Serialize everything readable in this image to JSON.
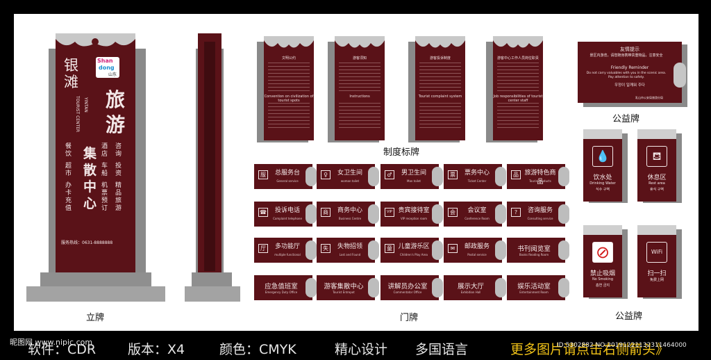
{
  "standing_sign": {
    "brand": "银滩",
    "brand_en": "TOURIST CENTER",
    "brand_en2": "YINTAN",
    "logo_top": "Shan",
    "logo_mid": "dong",
    "logo_side": "山东",
    "title1": "旅",
    "title2": "游",
    "title3": "集",
    "title4": "散",
    "title5": "中",
    "title6": "心",
    "col1": "餐饮",
    "col2": "酒店",
    "col3": "咨询",
    "col4": "超市",
    "col5": "车船",
    "col6": "投资",
    "col7": "办卡充值",
    "col8": "机票预订",
    "col9": "精品旅游",
    "hotline": "服务热线：0631-8888888",
    "caption": "立牌"
  },
  "rule_signs": {
    "caption": "制度标牌",
    "items": [
      {
        "title": "文明公约",
        "en": "Convention on civilization of tourist spots"
      },
      {
        "title": "游客须知",
        "en": "Instructions"
      },
      {
        "title": "游客投诉制度",
        "en": "Tourist complaint system"
      },
      {
        "title": "游客中心工作人员岗位职责",
        "en": "Job responsibilities of tourist center staff"
      }
    ]
  },
  "door_signs": {
    "caption": "门牌",
    "items": [
      {
        "zh": "总服务台",
        "en": "General service",
        "icon": "服"
      },
      {
        "zh": "女卫生间",
        "en": "woman toilet",
        "icon": "♀"
      },
      {
        "zh": "男卫生间",
        "en": "Man toilet",
        "icon": "♂"
      },
      {
        "zh": "票务中心",
        "en": "Ticket Center",
        "icon": "票"
      },
      {
        "zh": "旅游特色商品",
        "en": "Tourist Products",
        "icon": "品"
      },
      {
        "zh": "投诉电话",
        "en": "Complaint telephone",
        "icon": "☎"
      },
      {
        "zh": "商务中心",
        "en": "Business Centre",
        "icon": "商"
      },
      {
        "zh": "贵宾接待室",
        "en": "VIP reception room",
        "icon": "VIP"
      },
      {
        "zh": "会议室",
        "en": "Conference Room",
        "icon": "会"
      },
      {
        "zh": "咨询服务",
        "en": "Consulting service",
        "icon": "?"
      },
      {
        "zh": "多功能厅",
        "en": "multiple functional",
        "icon": "厅"
      },
      {
        "zh": "失物招领",
        "en": "Lost and Found",
        "icon": "失"
      },
      {
        "zh": "儿童游乐区",
        "en": "Children's Play Area",
        "icon": "童"
      },
      {
        "zh": "邮政服务",
        "en": "Postal service",
        "icon": "✉"
      },
      {
        "zh": "书刊阅览室",
        "en": "Books Reading Room",
        "icon": ""
      },
      {
        "zh": "应急值班室",
        "en": "Emergency Duty Office",
        "icon": ""
      },
      {
        "zh": "游客集散中心",
        "en": "Tourist Entrepot",
        "icon": ""
      },
      {
        "zh": "讲解员办公室",
        "en": "Commentator Office",
        "icon": ""
      },
      {
        "zh": "展示大厅",
        "en": "Exhibition Hall",
        "icon": ""
      },
      {
        "zh": "娱乐活动室",
        "en": "Entertainment Room",
        "icon": ""
      }
    ]
  },
  "welfare_signs": {
    "caption_top": "公益牌",
    "caption_bottom": "公益牌",
    "reminder_title": "友情提示",
    "reminder_zh": "景区内游览，请您随身携带贵重物品，注意安全",
    "reminder_en_title": "Friendly Reminder",
    "reminder_en": "Do not carry valuables with you in the scenic area. Pay attention to safety.",
    "reminder_kr": "우정이 일깨워 주다",
    "reminder_org": "乳山市公安局旅游分局",
    "items": [
      {
        "zh": "饮水处",
        "en": "Drinking Water",
        "kr": "식수 구역",
        "icon": "💧"
      },
      {
        "zh": "休息区",
        "en": "Rest area",
        "kr": "휴식 구역",
        "icon": "⛾"
      },
      {
        "zh": "禁止吸烟",
        "en": "No Smoking",
        "kr": "흡연 금지",
        "icon": "⊘"
      },
      {
        "zh": "扫一扫",
        "en": "免费上网",
        "kr": "",
        "icon": "WiFi"
      }
    ]
  },
  "footer": {
    "watermark": "昵图网 www.nipic.com",
    "software": "软件：CDR",
    "version": "版本：X4",
    "color": "颜色：CMYK",
    "design": "精心设计",
    "lang": "多国语言",
    "more": "更多图片请点击右侧箭头》",
    "id": "ID:5302882 NO:20191221132311464000"
  }
}
